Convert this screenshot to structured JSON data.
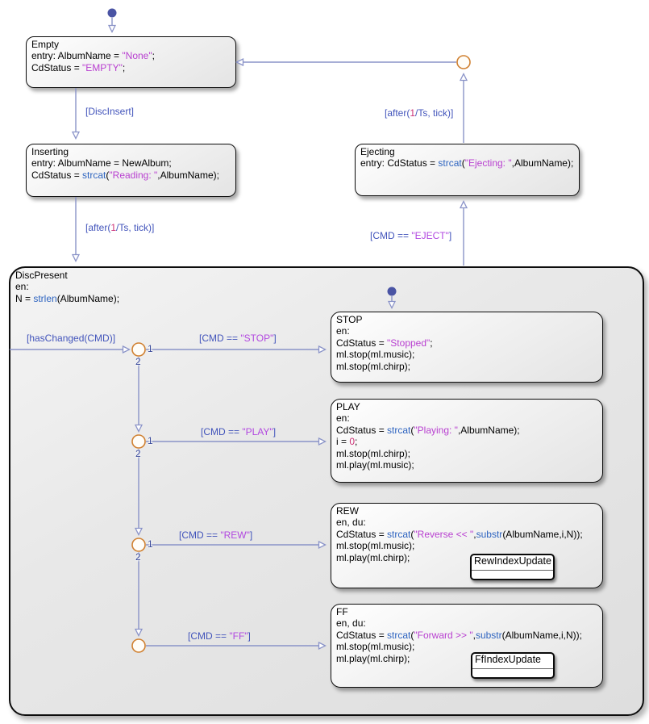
{
  "colors": {
    "wire": "#8a93c8",
    "label_text": "#4254bb",
    "label_string": "#b248e0",
    "code_string": "#b83fd0",
    "code_function": "#2e64c0",
    "number_literal": "#cc3377",
    "junction_stroke": "#d08030",
    "initial_dot": "#4a54a4",
    "state_border": "#0c0c0c"
  },
  "states": {
    "empty": {
      "title": "Empty",
      "lines": [
        {
          "a": "entry: AlbumName = ",
          "b": "\"None\"",
          "c": ";"
        },
        {
          "a": "CdStatus = ",
          "b": "\"EMPTY\"",
          "c": ";"
        }
      ]
    },
    "inserting": {
      "title": "Inserting",
      "lines": [
        {
          "a": "entry: AlbumName = NewAlbum;"
        },
        {
          "a": "CdStatus = ",
          "b": "strcat",
          "c": "(",
          "d": "\"Reading: \"",
          "e": ",AlbumName);"
        }
      ]
    },
    "ejecting": {
      "title": "Ejecting",
      "lines": [
        {
          "a": "entry: CdStatus = ",
          "b": "strcat",
          "c": "(",
          "d": "\"Ejecting: \"",
          "e": ",AlbumName);"
        }
      ]
    },
    "discPresent": {
      "title": "DiscPresent",
      "lines": [
        {
          "a": "en:"
        },
        {
          "a": "N = ",
          "b": "strlen",
          "c": "(AlbumName);"
        }
      ]
    },
    "stop": {
      "title": "STOP",
      "lines": [
        {
          "a": "en:"
        },
        {
          "a": "CdStatus = ",
          "b": "\"Stopped\"",
          "c": ";"
        },
        {
          "a": "ml.stop(ml.music);"
        },
        {
          "a": "ml.stop(ml.chirp);"
        }
      ]
    },
    "play": {
      "title": "PLAY",
      "lines": [
        {
          "a": "en:"
        },
        {
          "a": "CdStatus = ",
          "b": "strcat",
          "c": "(",
          "d": "\"Playing: \"",
          "e": ",AlbumName);"
        },
        {
          "a": "i = ",
          "b": "0",
          "c": ";"
        },
        {
          "a": "ml.stop(ml.chirp);"
        },
        {
          "a": "ml.play(ml.music);"
        }
      ]
    },
    "rew": {
      "title": "REW",
      "lines": [
        {
          "a": "en, du:"
        },
        {
          "a": "CdStatus = ",
          "b": "strcat",
          "c": "(",
          "d": "\"Reverse << \"",
          "e": ",",
          "f": "substr",
          "g": "(AlbumName,i,N));"
        },
        {
          "a": "ml.stop(ml.music);"
        },
        {
          "a": "ml.play(ml.chirp);"
        }
      ],
      "subchart": "RewIndexUpdate"
    },
    "ff": {
      "title": "FF",
      "lines": [
        {
          "a": "en, du:"
        },
        {
          "a": "CdStatus = ",
          "b": "strcat",
          "c": "(",
          "d": "\"Forward >> \"",
          "e": ",",
          "f": "substr",
          "g": "(AlbumName,i,N));"
        },
        {
          "a": "ml.stop(ml.music);"
        },
        {
          "a": "ml.play(ml.chirp);"
        }
      ],
      "subchart": "FfIndexUpdate"
    }
  },
  "transition_labels": {
    "disc_insert": {
      "a": "[DiscInsert]"
    },
    "after_tick_inserting": {
      "a": "[after(",
      "b": "1",
      "c": "/Ts, tick)]"
    },
    "after_tick_ejecting": {
      "a": "[after(",
      "b": "1",
      "c": "/Ts, tick)]"
    },
    "cmd_eject": {
      "a": "[CMD == ",
      "b": "\"EJECT\"",
      "c": "]"
    },
    "has_changed": {
      "a": "[hasChanged(CMD)]"
    },
    "cmd_stop": {
      "a": "[CMD == ",
      "b": "\"STOP\"",
      "c": "]"
    },
    "cmd_play": {
      "a": "[CMD == ",
      "b": "\"PLAY\"",
      "c": "]"
    },
    "cmd_rew": {
      "a": "[CMD == ",
      "b": "\"REW\"",
      "c": "]"
    },
    "cmd_ff": {
      "a": "[CMD == ",
      "b": "\"FF\"",
      "c": "]"
    }
  },
  "junction_order": {
    "first": "1",
    "second": "2"
  }
}
